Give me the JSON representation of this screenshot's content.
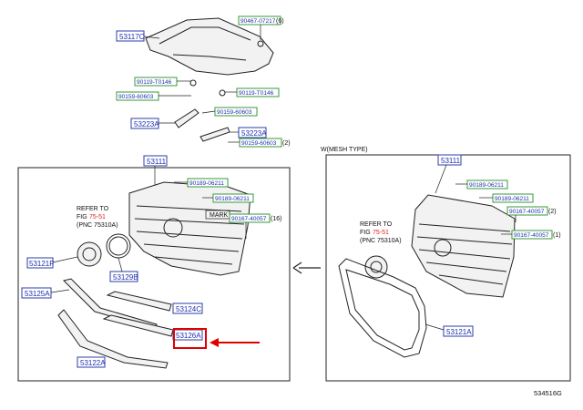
{
  "diagram_id": "534516G",
  "variant_label": "W(MESH TYPE)",
  "refer_note": {
    "line1": "REFER TO",
    "line2_prefix": "FIG ",
    "line2_ref": "75-51",
    "line3": "(PNC 75310A)"
  },
  "mark_label": "MARK",
  "parts": {
    "p53117C": "53117C",
    "p53111_top": "53111",
    "p53111_right": "53111",
    "p53223A_left": "53223A",
    "p53223A_right": "53223A",
    "p53121F": "53121F",
    "p53129B": "53129B",
    "p53125A": "53125A",
    "p53124C": "53124C",
    "p53126A": "53126A",
    "p53122A": "53122A",
    "p53121A": "53121A"
  },
  "fasteners": {
    "f90467": "90467-07217",
    "f90467_qty": "(6)",
    "f90119_left": "90119-T0146",
    "f90119_right": "90119-T0146",
    "f90159_a": "90159-60603",
    "f90159_b": "90159-60603",
    "f90159_c": "90159-60603",
    "f90159_c_qty": "(2)",
    "f90189_l1": "90189-06211",
    "f90189_l2": "90189-06211",
    "f90167_l": "90167-40057",
    "f90167_l_qty": "(16)",
    "f90189_r1": "90189-06211",
    "f90189_r2": "90189-06211",
    "f90167_r1": "90167-40057",
    "f90167_r1_qty": "(2)",
    "f90167_r2": "90167-40057",
    "f90167_r2_qty": "(1)"
  },
  "highlight": {
    "part": "53126A",
    "color": "#e00000"
  }
}
